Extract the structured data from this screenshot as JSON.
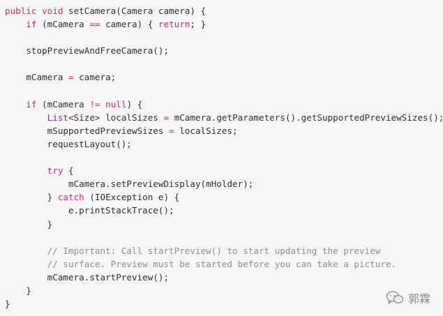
{
  "code": {
    "lines": [
      [
        {
          "t": "public void ",
          "c": "kw"
        },
        {
          "t": "setCamera(Camera camera) {",
          "c": ""
        }
      ],
      [
        {
          "t": "    ",
          "c": ""
        },
        {
          "t": "if",
          "c": "kw"
        },
        {
          "t": " (mCamera ",
          "c": ""
        },
        {
          "t": "==",
          "c": "op"
        },
        {
          "t": " camera) { ",
          "c": ""
        },
        {
          "t": "return",
          "c": "kw"
        },
        {
          "t": "; }",
          "c": ""
        }
      ],
      [],
      [
        {
          "t": "    stopPreviewAndFreeCamera();",
          "c": ""
        }
      ],
      [],
      [
        {
          "t": "    mCamera ",
          "c": ""
        },
        {
          "t": "=",
          "c": "op"
        },
        {
          "t": " camera;",
          "c": ""
        }
      ],
      [],
      [
        {
          "t": "    ",
          "c": ""
        },
        {
          "t": "if",
          "c": "kw"
        },
        {
          "t": " (mCamera ",
          "c": ""
        },
        {
          "t": "!=",
          "c": "op"
        },
        {
          "t": " ",
          "c": ""
        },
        {
          "t": "null",
          "c": "kw"
        },
        {
          "t": ") {",
          "c": ""
        }
      ],
      [
        {
          "t": "        ",
          "c": ""
        },
        {
          "t": "List",
          "c": "type"
        },
        {
          "t": "<Size>",
          "c": ""
        },
        {
          "t": " localSizes ",
          "c": ""
        },
        {
          "t": "=",
          "c": "op"
        },
        {
          "t": " mCamera.getParameters().getSupportedPreviewSizes();",
          "c": ""
        }
      ],
      [
        {
          "t": "        mSupportedPreviewSizes ",
          "c": ""
        },
        {
          "t": "=",
          "c": "op"
        },
        {
          "t": " localSizes;",
          "c": ""
        }
      ],
      [
        {
          "t": "        requestLayout();",
          "c": ""
        }
      ],
      [],
      [
        {
          "t": "        ",
          "c": ""
        },
        {
          "t": "try",
          "c": "kw"
        },
        {
          "t": " {",
          "c": ""
        }
      ],
      [
        {
          "t": "            mCamera.setPreviewDisplay(mHolder);",
          "c": ""
        }
      ],
      [
        {
          "t": "        } ",
          "c": ""
        },
        {
          "t": "catch",
          "c": "kw"
        },
        {
          "t": " (IOException e) {",
          "c": ""
        }
      ],
      [
        {
          "t": "            e.printStackTrace();",
          "c": ""
        }
      ],
      [
        {
          "t": "        }",
          "c": ""
        }
      ],
      [],
      [
        {
          "t": "        ",
          "c": ""
        },
        {
          "t": "// Important: Call startPreview() to start updating the preview",
          "c": "comment"
        }
      ],
      [
        {
          "t": "        ",
          "c": ""
        },
        {
          "t": "// surface. Preview must be started before you can take a picture.",
          "c": "comment"
        }
      ],
      [
        {
          "t": "        mCamera.startPreview();",
          "c": ""
        }
      ],
      [
        {
          "t": "    }",
          "c": ""
        }
      ],
      [
        {
          "t": "}",
          "c": ""
        }
      ]
    ]
  },
  "watermark": {
    "icon": "wechat-icon",
    "text": "郭霖"
  }
}
